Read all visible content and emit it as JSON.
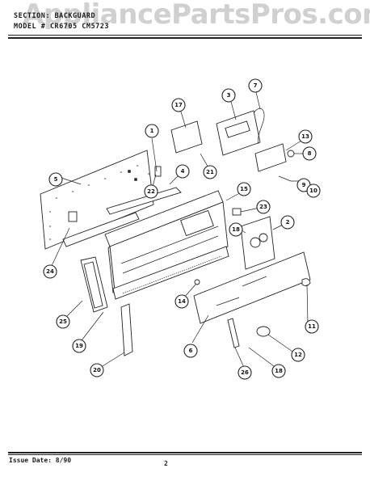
{
  "watermark": "AppliancePartsPros.com",
  "header": {
    "section_line": "SECTION: BACKGUARD",
    "model_line": "MODEL # CR6705 CM5723"
  },
  "footer": {
    "issue_date": "Issue Date: 8/90",
    "page_number": "2"
  },
  "callouts": [
    {
      "id": "c1",
      "label": "1"
    },
    {
      "id": "c2",
      "label": "2"
    },
    {
      "id": "c3",
      "label": "3"
    },
    {
      "id": "c4",
      "label": "4"
    },
    {
      "id": "c5",
      "label": "5"
    },
    {
      "id": "c6",
      "label": "6"
    },
    {
      "id": "c7",
      "label": "7"
    },
    {
      "id": "c8",
      "label": "8"
    },
    {
      "id": "c9",
      "label": "9"
    },
    {
      "id": "c10",
      "label": "10"
    },
    {
      "id": "c11",
      "label": "11"
    },
    {
      "id": "c12",
      "label": "12"
    },
    {
      "id": "c13",
      "label": "13"
    },
    {
      "id": "c14",
      "label": "14"
    },
    {
      "id": "c15",
      "label": "15"
    },
    {
      "id": "c17",
      "label": "17"
    },
    {
      "id": "c18",
      "label": "18"
    },
    {
      "id": "c18b",
      "label": "18"
    },
    {
      "id": "c19",
      "label": "19"
    },
    {
      "id": "c20",
      "label": "20"
    },
    {
      "id": "c21",
      "label": "21"
    },
    {
      "id": "c22",
      "label": "22"
    },
    {
      "id": "c23",
      "label": "23"
    },
    {
      "id": "c24",
      "label": "24"
    },
    {
      "id": "c25",
      "label": "25"
    },
    {
      "id": "c26",
      "label": "26"
    }
  ]
}
